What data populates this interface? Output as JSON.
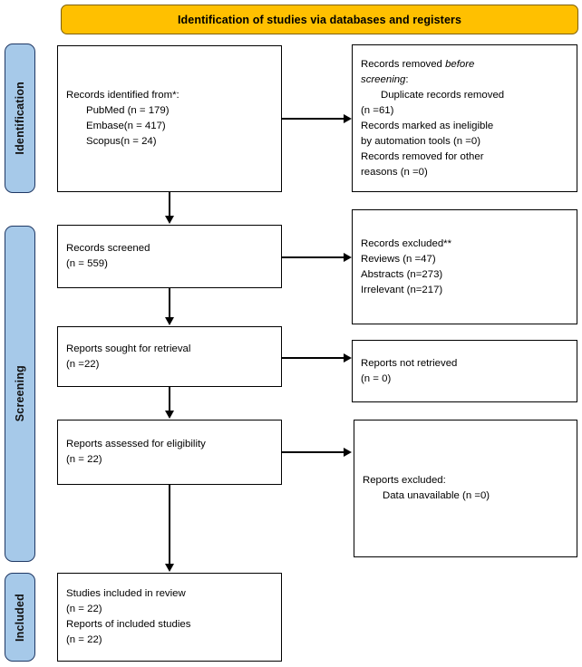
{
  "banner": {
    "title": "Identification of studies via databases and registers",
    "bg_color": "#FFC000"
  },
  "stages": {
    "identification": "Identification",
    "screening": "Screening",
    "included": "Included",
    "bg_color": "#A6C9E9"
  },
  "boxes": {
    "identified": {
      "line1": "Records identified from*:",
      "line2": "PubMed (n = 179)",
      "line3": "Embase(n = 417)",
      "line4": "Scopus(n = 24)"
    },
    "removed": {
      "line1a": "Records removed ",
      "line1b": "before",
      "line2a": "screening",
      "line2b": ":",
      "line3": "Duplicate records removed",
      "line4": "(n =61)",
      "line5": "Records marked as ineligible",
      "line6": "by automation tools (n =0)",
      "line7": "Records removed for other",
      "line8": "reasons (n =0)"
    },
    "screened": {
      "line1": "Records screened",
      "line2": "(n = 559)"
    },
    "excluded": {
      "line1": "Records excluded**",
      "line2": "Reviews (n =47)",
      "line3": "Abstracts (n=273)",
      "line4": "Irrelevant (n=217)"
    },
    "sought": {
      "line1": "Reports sought for retrieval",
      "line2": "(n =22)"
    },
    "notretrieved": {
      "line1": "Reports not retrieved",
      "line2": "(n = 0)"
    },
    "assessed": {
      "line1": "Reports assessed for eligibility",
      "line2": "(n = 22)"
    },
    "repexcluded": {
      "line1": "Reports excluded:",
      "line2": "Data unavailable (n =0)"
    },
    "included": {
      "line1": "Studies included in review",
      "line2": "(n = 22)",
      "line3": "Reports of included studies",
      "line4": "(n = 22)"
    }
  }
}
